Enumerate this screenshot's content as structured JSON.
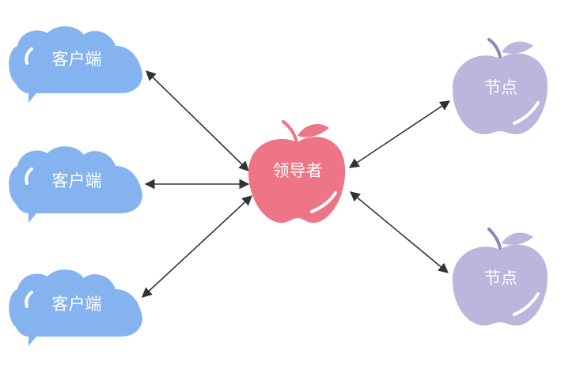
{
  "clients": [
    {
      "label": "客户端"
    },
    {
      "label": "客户端"
    },
    {
      "label": "客户端"
    }
  ],
  "leader": {
    "label": "领导者"
  },
  "nodes": [
    {
      "label": "节点"
    },
    {
      "label": "节点"
    }
  ],
  "colors": {
    "client": "#84b3ef",
    "leader": "#ee7585",
    "node": "#bdb5dc",
    "node_stem": "#8f85b5",
    "arrow": "#333333"
  }
}
